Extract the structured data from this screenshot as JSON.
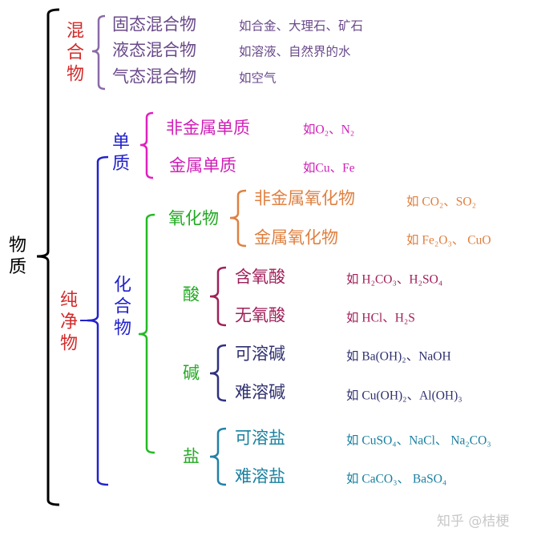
{
  "root": {
    "label": "物质",
    "color": "#000000"
  },
  "mixture": {
    "label": "混合物",
    "color": "#d42a2a",
    "brace_color": "#8a6aa8",
    "items": [
      {
        "label": "固态混合物",
        "example": "如合金、大理石、矿石",
        "color": "#6a4a8a"
      },
      {
        "label": "液态混合物",
        "example": "如溶液、自然界的水",
        "color": "#6a4a8a"
      },
      {
        "label": "气态混合物",
        "example": "如空气",
        "color": "#6a4a8a"
      }
    ]
  },
  "pure": {
    "label": "纯净物",
    "color": "#d42a2a",
    "brace_color": "#2222cc",
    "element": {
      "label": "单质",
      "color": "#2222cc",
      "brace_color": "#e020c0",
      "items": [
        {
          "label": "非金属单质",
          "example": "如O₂、N₂",
          "color": "#d020b8"
        },
        {
          "label": "金属单质",
          "example": "如Cu、Fe",
          "color": "#d020b8"
        }
      ]
    },
    "compound": {
      "label": "化合物",
      "color": "#2222cc",
      "brace_color": "#22bb22",
      "groups": [
        {
          "label": "氧化物",
          "color": "#22aa22",
          "brace_color": "#e08040",
          "items": [
            {
              "label": "非金属氧化物",
              "example": "如 CO₂、SO₂",
              "color": "#e08040"
            },
            {
              "label": "金属氧化物",
              "example": "如 Fe₂O₃、 CuO",
              "color": "#e08040"
            }
          ]
        },
        {
          "label": "酸",
          "color": "#22aa22",
          "brace_color": "#a0205a",
          "items": [
            {
              "label": "含氧酸",
              "example": "如 H₂CO₃、H₂SO₄",
              "color": "#a0205a"
            },
            {
              "label": "无氧酸",
              "example": "如  HCl、H₂S",
              "color": "#a0205a"
            }
          ]
        },
        {
          "label": "碱",
          "color": "#22aa22",
          "brace_color": "#303080",
          "items": [
            {
              "label": "可溶碱",
              "example": "如 Ba(OH)₂、NaOH",
              "color": "#303070"
            },
            {
              "label": "难溶碱",
              "example": "如  Cu(OH)₂、Al(OH)₃",
              "color": "#303070"
            }
          ]
        },
        {
          "label": "盐",
          "color": "#22aa22",
          "brace_color": "#2080a8",
          "items": [
            {
              "label": "可溶盐",
              "example": "如 CuSO₄、NaCl、 Na₂CO₃",
              "color": "#1a80a0"
            },
            {
              "label": "难溶盐",
              "example": "如  CaCO₃、 BaSO₄",
              "color": "#1a80a0"
            }
          ]
        }
      ]
    }
  },
  "watermark": "知乎 @桔梗"
}
